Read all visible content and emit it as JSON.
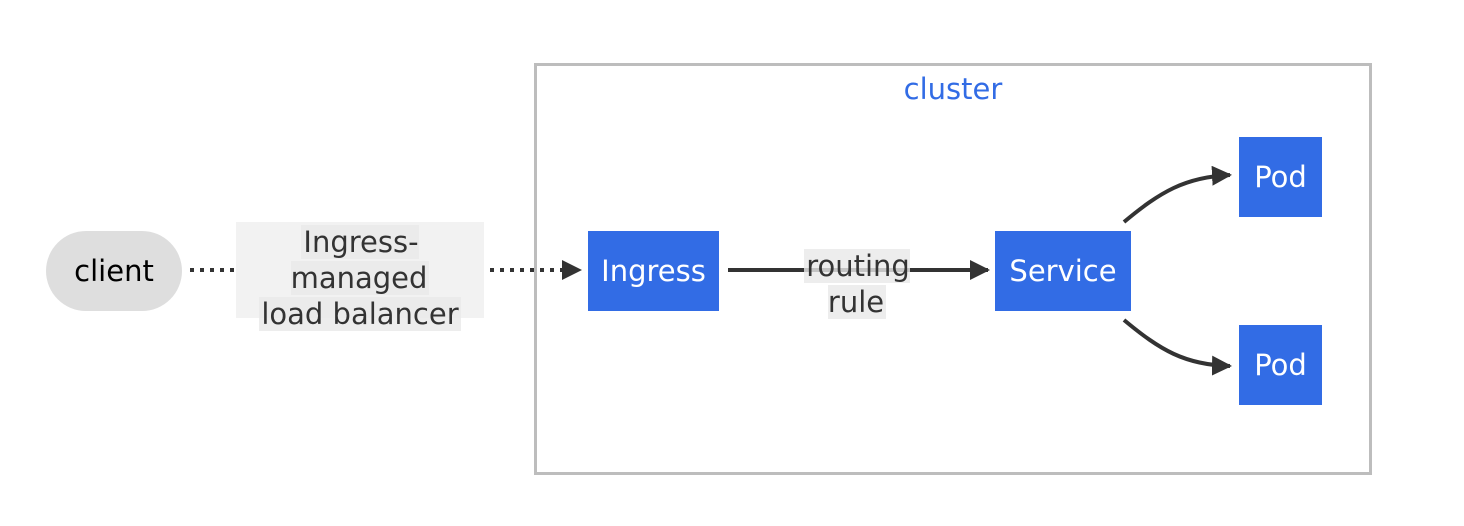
{
  "cluster": {
    "title": "cluster"
  },
  "nodes": {
    "client": "client",
    "ingress": "Ingress",
    "service": "Service",
    "pod_top": "Pod",
    "pod_bottom": "Pod"
  },
  "edges": {
    "client_to_ingress": {
      "label_line1": "Ingress-managed",
      "label_line2": "load balancer",
      "style": "dotted"
    },
    "ingress_to_service": {
      "label": "routing rule",
      "style": "solid"
    },
    "service_to_pods": {
      "style": "solid"
    }
  },
  "colors": {
    "accent": "#326ce5",
    "client_fill": "#dedede",
    "cluster_border": "#bdbdbd",
    "edge": "#333333"
  }
}
